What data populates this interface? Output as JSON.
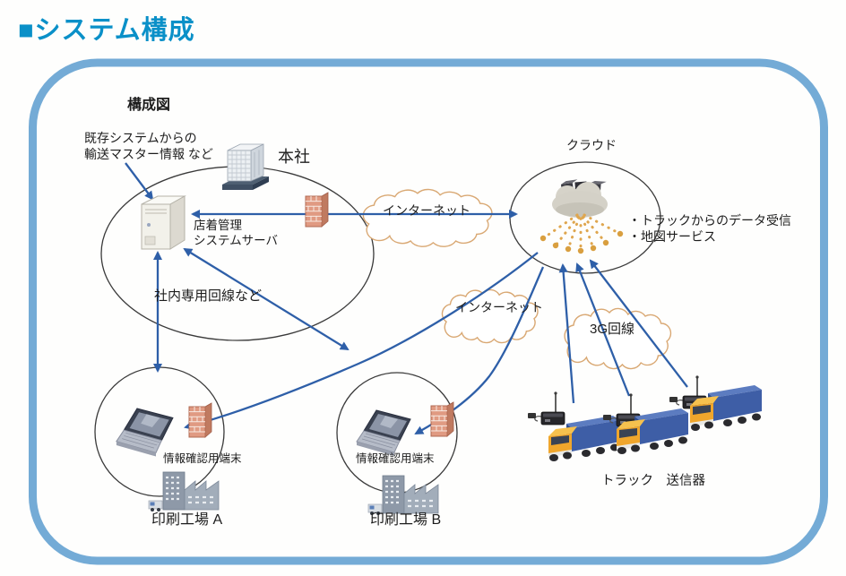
{
  "page": {
    "title": "■システム構成"
  },
  "colors": {
    "title_blue": "#0a90c8",
    "frame_blue": "#74abd6",
    "arrow_blue": "#2e5fa8",
    "cloud_outline_tan": "#d9a873",
    "shape_outline": "#3a3a3a",
    "firewall_brick": "#e09a82",
    "truck_cab_yellow": "#f0a62c",
    "truck_container_blue": "#3e5ea6"
  },
  "diagram": {
    "caption": "構成図",
    "nodes": {
      "existing_note": "既存システムからの\n輸送マスター情報 など",
      "head_office": "本社",
      "server": "店着管理\nシステムサーバ",
      "intranet_line": "社内専用回線など",
      "internet_1": "インターネット",
      "internet_2": "インターネット",
      "line_3g": "3G回線",
      "cloud": "クラウド",
      "cloud_services": "・トラックからのデータ受信\n・地図サービス",
      "terminal_a": "情報確認用端末",
      "terminal_b": "情報確認用端末",
      "factory_a": "印刷工場 A",
      "factory_b": "印刷工場 B",
      "trucks": "トラック　送信器"
    },
    "icons": [
      "office-building-icon",
      "server-tower-icon",
      "firewall-icon",
      "cloud-server-icon",
      "laptop-icon",
      "factory-icon",
      "truck-icon",
      "transmitter-icon"
    ]
  }
}
